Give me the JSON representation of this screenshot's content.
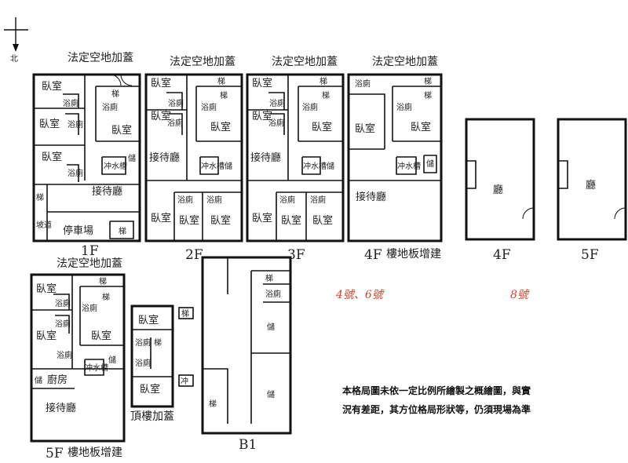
{
  "compass": {
    "north_label": "北"
  },
  "headers": {
    "p1": "法定空地加蓋",
    "p2": "法定空地加蓋",
    "p3": "法定空地加蓋",
    "p4": "法定空地加蓋",
    "p5": "法定空地加蓋"
  },
  "floors": {
    "f1": "1F",
    "f2": "2F",
    "f3": "3F",
    "f4a": "4F",
    "f4a_note": "樓地板增建",
    "f4b": "4F",
    "f5b": "5F",
    "f5a": "5F",
    "f5a_note": "樓地板增建",
    "roof": "頂樓加蓋",
    "b1": "B1"
  },
  "group_labels": {
    "left": "4號、6號",
    "right": "8號"
  },
  "rooms": {
    "bedroom": "臥室",
    "bath": "浴廁",
    "stairs": "梯",
    "storage": "儲",
    "kitchen": "廚房",
    "living_reception": "接待廳",
    "parking": "停車場",
    "hall": "廳",
    "wash_tank": "冲水槽",
    "small_wash": "冲",
    "slope": "坡道"
  },
  "note": {
    "line1": "本格局圖未依一定比例所繪製之概繪圖，與實",
    "line2": "況有差距，其方位格局形狀等，仍須現場為準"
  }
}
